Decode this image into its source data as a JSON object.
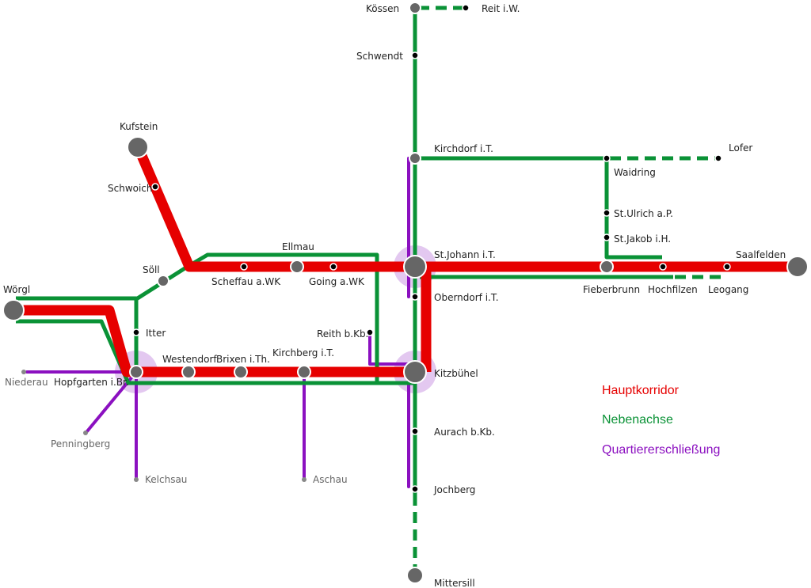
{
  "colors": {
    "main": "#e60000",
    "secondary": "#0a9236",
    "local": "#8b10c0",
    "station_major": "#666666",
    "station_minor": "#000000",
    "halo": "#e3c8f0"
  },
  "stations": {
    "koessen": "Kössen",
    "reit": "Reit i.W.",
    "schwendt": "Schwendt",
    "kirchdorf": "Kirchdorf i.T.",
    "lofer": "Lofer",
    "waidring": "Waidring",
    "kufstein": "Kufstein",
    "schwoich": "Schwoich",
    "st_ulrich": "St.Ulrich a.P.",
    "st_jakob": "St.Jakob i.H.",
    "ellmau": "Ellmau",
    "soell": "Söll",
    "st_johann": "St.Johann i.T.",
    "saalfelden": "Saalfelden",
    "scheffau": "Scheffau a.WK",
    "going": "Going a.WK",
    "woergl": "Wörgl",
    "fieberbrunn": "Fieberbrunn",
    "hochfilzen": "Hochfilzen",
    "leogang": "Leogang",
    "oberndorf": "Oberndorf i.T.",
    "itter": "Itter",
    "reith": "Reith b.Kb.",
    "westendorf": "Westendorf",
    "brixen": "Brixen i.Th.",
    "kirchberg": "Kirchberg i.T.",
    "kitzbuehel": "Kitzbühel",
    "niederau": "Niederau",
    "hopfgarten": "Hopfgarten i.Br.",
    "penningberg": "Penningberg",
    "aurach": "Aurach b.Kb.",
    "kelchsau": "Kelchsau",
    "aschau": "Aschau",
    "jochberg": "Jochberg",
    "mittersill": "Mittersill"
  },
  "legend": {
    "main": "Hauptkorridor",
    "secondary": "Nebenachse",
    "local": "Quartiererschließung"
  }
}
